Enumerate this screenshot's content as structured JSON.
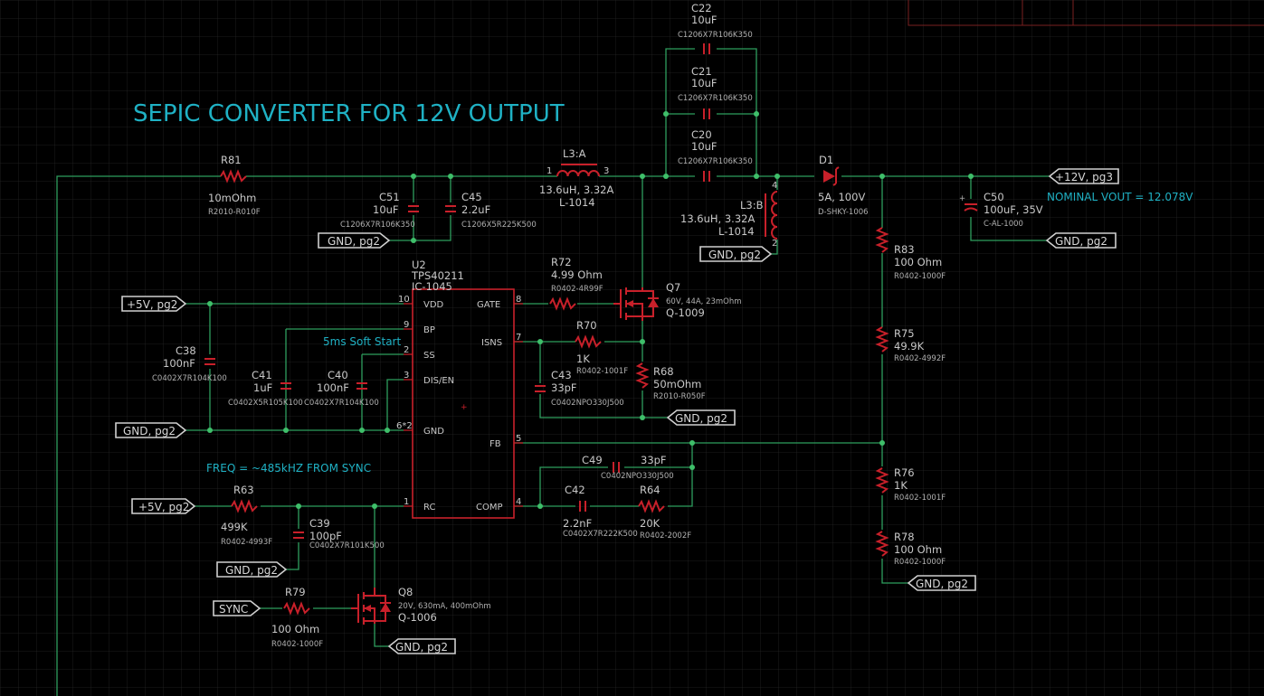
{
  "title": "SEPIC CONVERTER FOR 12V OUTPUT",
  "notes": {
    "nominal": "NOMINAL VOUT = 12.078V",
    "soft_start": "5ms Soft Start",
    "freq": "FREQ = ~485kHZ FROM SYNC"
  },
  "ports": {
    "p12v": "+12V, pg3",
    "gnd": "GND, pg2",
    "p5v": "+5V, pg2",
    "sync": "SYNC"
  },
  "ic": {
    "ref": "U2",
    "value": "TPS40211",
    "part": "IC-1045",
    "pins": {
      "vdd": "VDD",
      "bp": "BP",
      "ss": "SS",
      "dis": "DIS/EN",
      "gnd": "GND",
      "rc": "RC",
      "gate": "GATE",
      "isns": "ISNS",
      "fb": "FB",
      "comp": "COMP"
    },
    "pin_numbers": {
      "vdd": "10",
      "bp": "9",
      "ss": "2",
      "dis": "3",
      "gnd": "6*2",
      "rc": "1",
      "gate": "8",
      "isns": "7",
      "fb": "5",
      "comp": "4"
    }
  },
  "parts": {
    "R81": {
      "ref": "R81",
      "value": "10mOhm",
      "part": "R2010-R010F"
    },
    "C51": {
      "ref": "C51",
      "value": "10uF",
      "part": "C1206X7R106K350"
    },
    "C45": {
      "ref": "C45",
      "value": "2.2uF",
      "part": "C1206X5R225K500"
    },
    "L3A": {
      "ref": "L3:A",
      "value": "13.6uH, 3.32A",
      "part": "L-1014",
      "pin1": "1",
      "pin3": "3"
    },
    "L3B": {
      "ref": "L3:B",
      "value": "13.6uH, 3.32A",
      "part": "L-1014",
      "pin4": "4",
      "pin2": "2"
    },
    "C22": {
      "ref": "C22",
      "value": "10uF",
      "part": "C1206X7R106K350"
    },
    "C21": {
      "ref": "C21",
      "value": "10uF",
      "part": "C1206X7R106K350"
    },
    "C20": {
      "ref": "C20",
      "value": "10uF",
      "part": "C1206X7R106K350"
    },
    "D1": {
      "ref": "D1",
      "value": "5A, 100V",
      "part": "D-SHKY-1006"
    },
    "C50": {
      "ref": "C50",
      "value": "100uF, 35V",
      "part": "C-AL-1000"
    },
    "R83": {
      "ref": "R83",
      "value": "100 Ohm",
      "part": "R0402-1000F"
    },
    "R75": {
      "ref": "R75",
      "value": "49.9K",
      "part": "R0402-4992F"
    },
    "R76": {
      "ref": "R76",
      "value": "1K",
      "part": "R0402-1001F"
    },
    "R78": {
      "ref": "R78",
      "value": "100 Ohm",
      "part": "R0402-1000F"
    },
    "R72": {
      "ref": "R72",
      "value": "4.99 Ohm",
      "part": "R0402-4R99F"
    },
    "Q7": {
      "ref": "Q7",
      "value": "60V, 44A, 23mOhm",
      "part": "Q-1009"
    },
    "R70": {
      "ref": "R70",
      "value": "1K",
      "part": "R0402-1001F"
    },
    "R68": {
      "ref": "R68",
      "value": "50mOhm",
      "part": "R2010-R050F"
    },
    "C43": {
      "ref": "C43",
      "value": "33pF",
      "part": "C0402NPO330J500"
    },
    "C49": {
      "ref": "C49",
      "value": "33pF",
      "part": "C0402NPO330J500"
    },
    "C42": {
      "ref": "C42",
      "value": "2.2nF",
      "part": "C0402X7R222K500"
    },
    "R64": {
      "ref": "R64",
      "value": "20K",
      "part": "R0402-2002F"
    },
    "C38": {
      "ref": "C38",
      "value": "100nF",
      "part": "C0402X7R104K100"
    },
    "C41": {
      "ref": "C41",
      "value": "1uF",
      "part": "C0402X5R105K100"
    },
    "C40": {
      "ref": "C40",
      "value": "100nF",
      "part": "C0402X7R104K100"
    },
    "R63": {
      "ref": "R63",
      "value": "499K",
      "part": "R0402-4993F"
    },
    "C39": {
      "ref": "C39",
      "value": "100pF",
      "part": "C0402X7R101K500"
    },
    "R79": {
      "ref": "R79",
      "value": "100 Ohm",
      "part": "R0402-1000F"
    },
    "Q8": {
      "ref": "Q8",
      "value": "20V, 630mA, 400mOhm",
      "part": "Q-1006"
    }
  },
  "colors": {
    "background": "#000000",
    "wire": "#2e9e5e",
    "component": "#c8202a",
    "note": "#1fb1c4",
    "grid": "#2a2a2a"
  }
}
